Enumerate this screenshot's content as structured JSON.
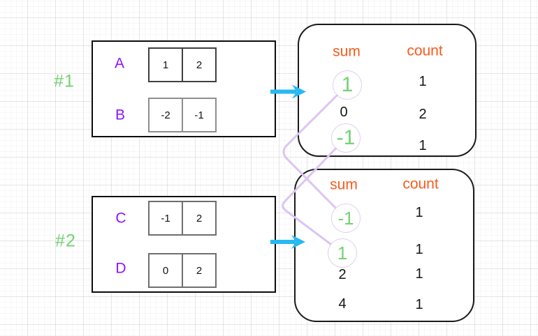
{
  "examples": [
    {
      "label": "#1",
      "arrays": [
        {
          "name": "A",
          "values": [
            "1",
            "2"
          ]
        },
        {
          "name": "B",
          "values": [
            "-2",
            "-1"
          ]
        }
      ],
      "result_table": {
        "sum_header": "sum",
        "count_header": "count",
        "rows": [
          {
            "sum": "1",
            "count": "1",
            "highlighted": true
          },
          {
            "sum": "0",
            "count": "2",
            "highlighted": false
          },
          {
            "sum": "-1",
            "count": "1",
            "highlighted": true
          }
        ]
      }
    },
    {
      "label": "#2",
      "arrays": [
        {
          "name": "C",
          "values": [
            "-1",
            "2"
          ]
        },
        {
          "name": "D",
          "values": [
            "0",
            "2"
          ]
        }
      ],
      "result_table": {
        "sum_header": "sum",
        "count_header": "count",
        "rows": [
          {
            "sum": "-1",
            "count": "1",
            "highlighted": true
          },
          {
            "sum": "1",
            "count": "1",
            "highlighted": true
          },
          {
            "sum": "2",
            "count": "1",
            "highlighted": false
          },
          {
            "sum": "4",
            "count": "1",
            "highlighted": false
          }
        ]
      }
    }
  ],
  "connections": [
    {
      "from": "example #1 sum 1",
      "to": "example #2 sum -1"
    },
    {
      "from": "example #1 sum -1",
      "to": "example #2 sum 1"
    }
  ],
  "icons": {
    "example_arrow": "arrow-right"
  },
  "colors": {
    "label_green": "#74d274",
    "array_letter_purple": "#9013fe",
    "header_orange": "#f95a1d",
    "arrow_cyan": "#27b9f1",
    "connector_lavender": "#dbc6f0"
  }
}
